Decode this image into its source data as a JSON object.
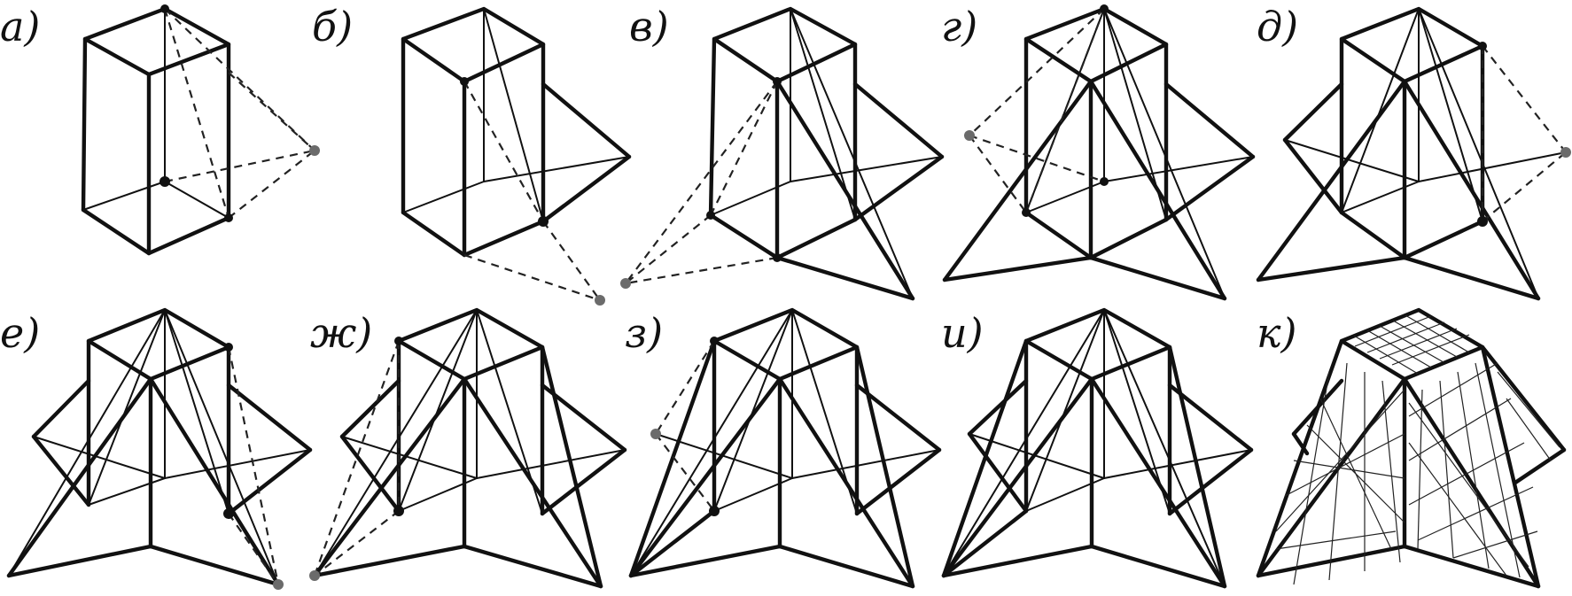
{
  "panels": [
    {
      "id": "a",
      "label": "а)"
    },
    {
      "id": "b",
      "label": "б)"
    },
    {
      "id": "v",
      "label": "в)"
    },
    {
      "id": "g",
      "label": "г)"
    },
    {
      "id": "d",
      "label": "д)"
    },
    {
      "id": "e",
      "label": "е)"
    },
    {
      "id": "zh",
      "label": "ж)"
    },
    {
      "id": "z",
      "label": "з)"
    },
    {
      "id": "i",
      "label": "и)"
    },
    {
      "id": "k",
      "label": "к)"
    }
  ]
}
